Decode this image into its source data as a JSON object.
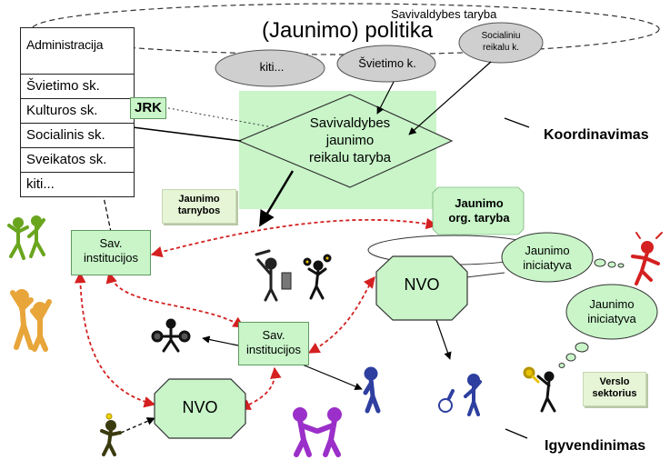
{
  "top_ellipse": {
    "title": "(Jaunimo) politika",
    "label": "Savivaldybes taryba"
  },
  "small_ovals": {
    "kiti": "kiti...",
    "svietimo": "Švietimo k.",
    "socialiniu": "Socialiniu reikalu k."
  },
  "departments": [
    "Administracija",
    "Švietimo sk.",
    "Kulturos sk.",
    "Socialinis sk.",
    "Sveikatos sk.",
    "kiti..."
  ],
  "jrk": "JRK",
  "council_diamond": {
    "line1": "Savivaldybes",
    "line2": "jaunimo",
    "line3": "reikalu taryba"
  },
  "jaunimo_tarnybos": {
    "line1": "Jaunimo",
    "line2": "tarnybos"
  },
  "jaunimo_org_taryba": {
    "line1": "Jaunimo",
    "line2": "org. taryba"
  },
  "sav_institucijos_1": {
    "line1": "Sav.",
    "line2": "institucijos"
  },
  "sav_institucijos_2": {
    "line1": "Sav.",
    "line2": "institucijos"
  },
  "nvo_1": "NVO",
  "nvo_2": "NVO",
  "iniciatyva_1": {
    "line1": "Jaunimo",
    "line2": "iniciatyva"
  },
  "iniciatyva_2": {
    "line1": "Jaunimo",
    "line2": "iniciatyva"
  },
  "verslo_sektorius": {
    "line1": "Verslo",
    "line2": "sektorius"
  },
  "koordinavimas": "Koordinavimas",
  "igyvendinimas": "Igyvendinimas",
  "colors": {
    "green_fill": "#c9f5c9",
    "oval_grey": "#cfcfcf",
    "red_dash": "#d42020",
    "octagon": "#c9f5c9"
  },
  "figures": [
    "dancing-figures-icon",
    "cheering-figures-icon",
    "grim-reaper-icon",
    "juggler-icon",
    "weightlifter-icon",
    "thinking-figure-icon",
    "bomb-figure-icon",
    "handshake-figures-icon",
    "key-figure-icon",
    "angry-figure-icon",
    "lightbulb-figure-icon"
  ]
}
